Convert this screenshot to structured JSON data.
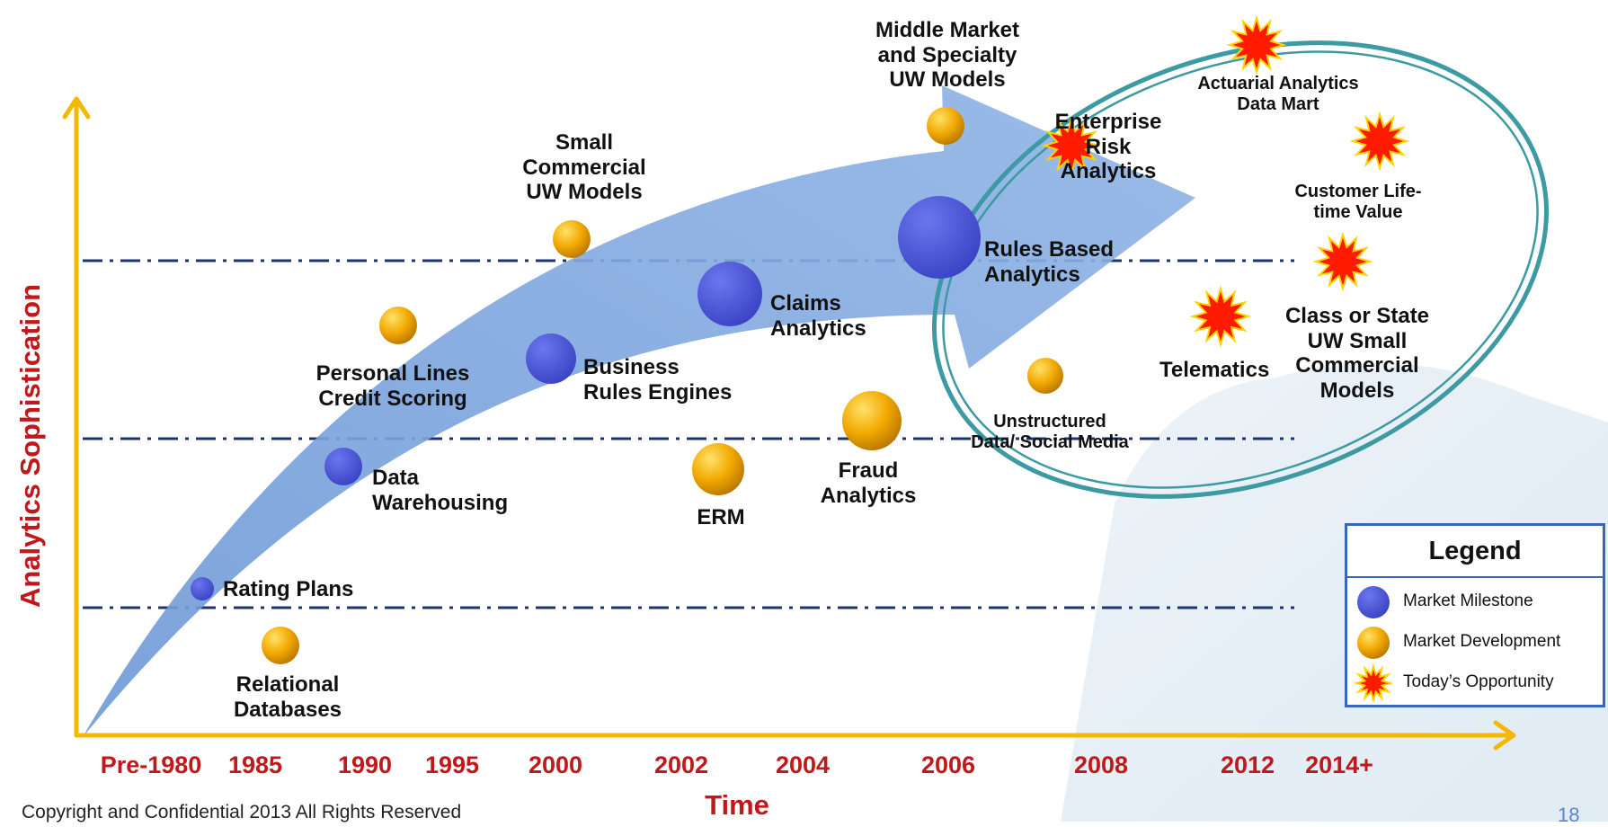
{
  "axes": {
    "y_label": "Analytics Sophistication",
    "x_label": "Time",
    "x_ticks": [
      "Pre-1980",
      "1985",
      "1990",
      "1995",
      "2000",
      "2002",
      "2004",
      "2006",
      "2008",
      "2012",
      "2014+"
    ]
  },
  "items": [
    {
      "id": "relational-databases",
      "type": "development",
      "label": "Relational\nDatabases"
    },
    {
      "id": "rating-plans",
      "type": "milestone",
      "label": "Rating  Plans"
    },
    {
      "id": "data-warehousing",
      "type": "milestone",
      "label": "Data\nWarehousing"
    },
    {
      "id": "personal-lines-credit-scoring",
      "type": "development",
      "label": "Personal Lines\nCredit Scoring"
    },
    {
      "id": "business-rules-engines",
      "type": "milestone",
      "label": "Business\nRules Engines"
    },
    {
      "id": "small-commercial-uw-models",
      "type": "development",
      "label": "Small\nCommercial\nUW Models"
    },
    {
      "id": "claims-analytics",
      "type": "milestone",
      "label": "Claims\nAnalytics"
    },
    {
      "id": "erm",
      "type": "development",
      "label": "ERM"
    },
    {
      "id": "fraud-analytics",
      "type": "development",
      "label": "Fraud\nAnalytics"
    },
    {
      "id": "middle-market-uw-models",
      "type": "development",
      "label": "Middle Market\nand Specialty\nUW Models"
    },
    {
      "id": "rules-based-analytics",
      "type": "milestone",
      "label": "Rules Based\nAnalytics"
    },
    {
      "id": "unstructured-data-social-media",
      "type": "development",
      "label": "Unstructured\nData/ Social Media"
    },
    {
      "id": "enterprise-risk-analytics",
      "type": "opportunity",
      "label": "Enterprise\nRisk\nAnalytics"
    },
    {
      "id": "actuarial-analytics-data-mart",
      "type": "opportunity",
      "label": "Actuarial Analytics\nData Mart"
    },
    {
      "id": "customer-lifetime-value",
      "type": "opportunity",
      "label": "Customer Life-\ntime Value"
    },
    {
      "id": "telematics",
      "type": "opportunity",
      "label": "Telematics"
    },
    {
      "id": "class-or-state-uw-small-commercial-models",
      "type": "opportunity",
      "label": "Class or State\nUW Small\nCommercial\nModels"
    }
  ],
  "legend": {
    "title": "Legend",
    "entries": [
      {
        "type": "milestone",
        "label": "Market Milestone"
      },
      {
        "type": "development",
        "label": "Market Development"
      },
      {
        "type": "opportunity",
        "label": "Today’s Opportunity"
      }
    ]
  },
  "colors": {
    "axis": "#f5b800",
    "axis_label": "#c0181b",
    "arrow": "#7fa6dc",
    "milestone": "#4a55d6",
    "development": "#f2a900",
    "opportunity": "#ff1a00",
    "circle": "#3d9aa3",
    "gridline": "#1d3470"
  },
  "footer": {
    "copyright": "Copyright and Confidential  2013   All Rights Reserved",
    "page_number": "18"
  }
}
